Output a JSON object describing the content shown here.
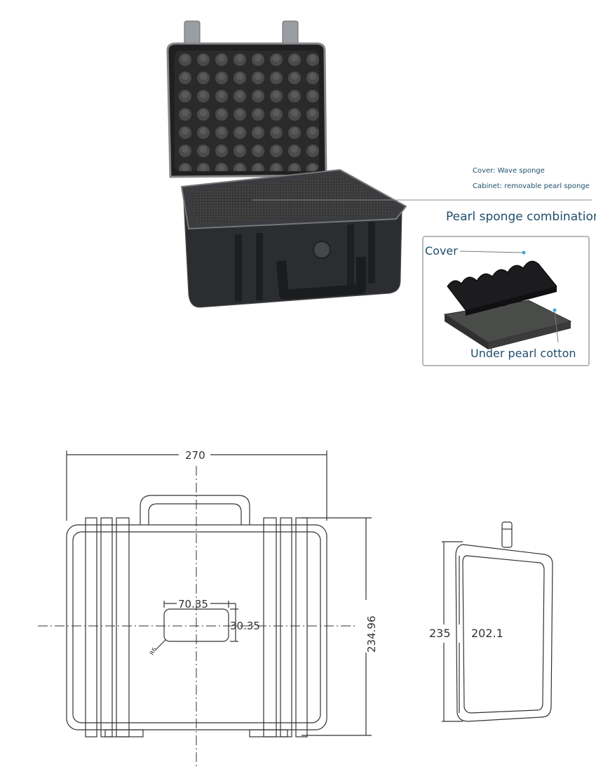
{
  "product": {
    "notes": {
      "cover": "Cover: Wave sponge",
      "cabinet": "Cabinet: removable pearl sponge"
    },
    "combination_heading": "Pearl sponge combination",
    "callouts": {
      "cover": "Cover",
      "under": "Under pearl cotton"
    }
  },
  "drawing": {
    "front": {
      "width": "270",
      "height": "234.96",
      "label_width": "70.35",
      "label_height": "30.35",
      "corner_radius": "R6"
    },
    "side": {
      "outer_height": "235",
      "inner_height": "202.1"
    }
  },
  "colors": {
    "text_accent": "#1e4f6b",
    "case_body": "#2b2d30",
    "line_art": "#333333"
  }
}
